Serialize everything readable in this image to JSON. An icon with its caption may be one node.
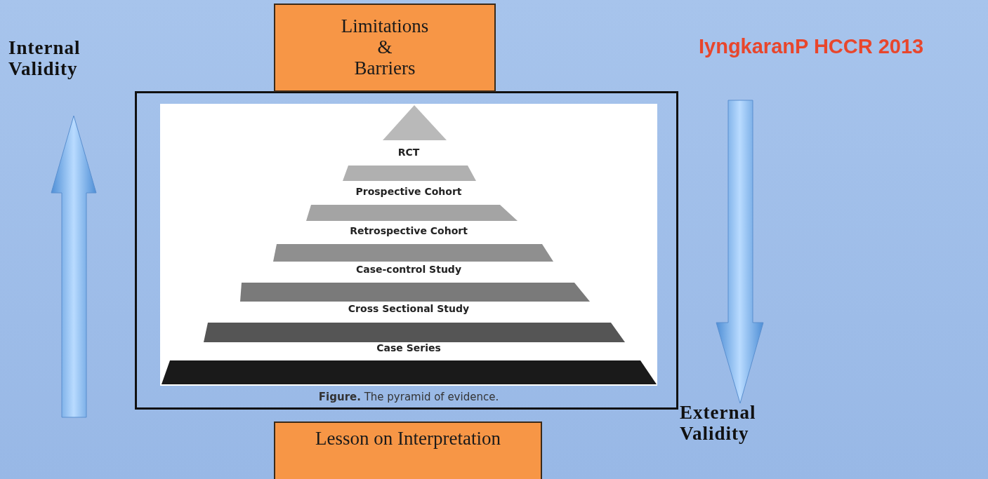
{
  "diagram": {
    "nodes": [
      {
        "text": [
          "Limitations & Barriers"
        ]
      },
      {
        "text": [],
        "shape": "box"
      },
      {
        "text": [
          "Lesson on Interpretation"
        ]
      }
    ],
    "edges": [],
    "labels": [
      "Internal Validity",
      "IyngkaranP HCCR 2013",
      "RCT",
      "Prospective Cohort",
      "Retrospective Cohort",
      "Case-control Study",
      "Cross Sectional Study",
      "Case Series",
      "**Figure.** The pyramid of evidence.",
      "External Validity"
    ]
  }
}
